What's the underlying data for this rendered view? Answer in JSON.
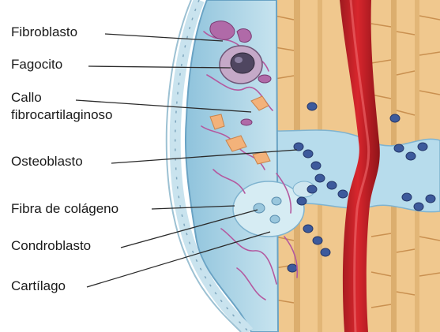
{
  "labels": {
    "fibroblasto": "Fibroblasto",
    "fagocito": "Fagocito",
    "callo_line1": "Callo",
    "callo_line2": "fibrocartilaginoso",
    "osteoblasto": "Osteoblasto",
    "fibra_colageno": "Fibra de colágeno",
    "condroblasto": "Condroblasto",
    "cartilago": "Cartílago"
  }
}
